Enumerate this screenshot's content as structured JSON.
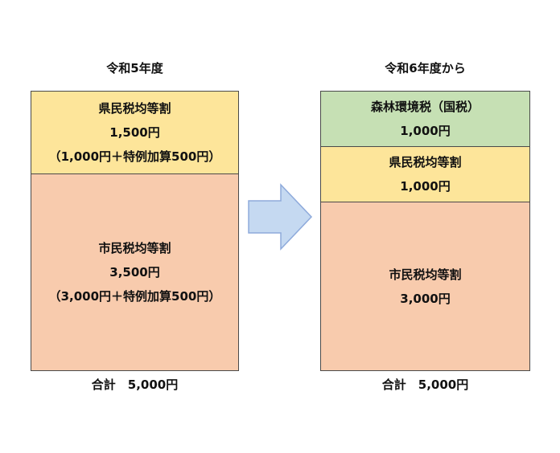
{
  "left": {
    "heading": "令和5年度",
    "prefecture_box": {
      "title": "県民税均等割",
      "amount": "1,500円",
      "detail": "（1,000円＋特例加算500円）"
    },
    "city_box": {
      "title": "市民税均等割",
      "amount": "3,500円",
      "detail": "（3,000円＋特例加算500円）"
    },
    "total": "合計　5,000円"
  },
  "right": {
    "heading": "令和6年度から",
    "forest_box": {
      "title": "森林環境税（国税）",
      "amount": "1,000円"
    },
    "prefecture_box": {
      "title": "県民税均等割",
      "amount": "1,000円"
    },
    "city_box": {
      "title": "市民税均等割",
      "amount": "3,000円"
    },
    "total": "合計　5,000円"
  },
  "colors": {
    "yellow": "#fde59a",
    "peach": "#f8cbad",
    "green": "#c6e0b4",
    "arrow_fill": "#c5d9f1",
    "arrow_stroke": "#8eaadb"
  },
  "icons": {
    "arrow": "right-arrow-icon"
  }
}
